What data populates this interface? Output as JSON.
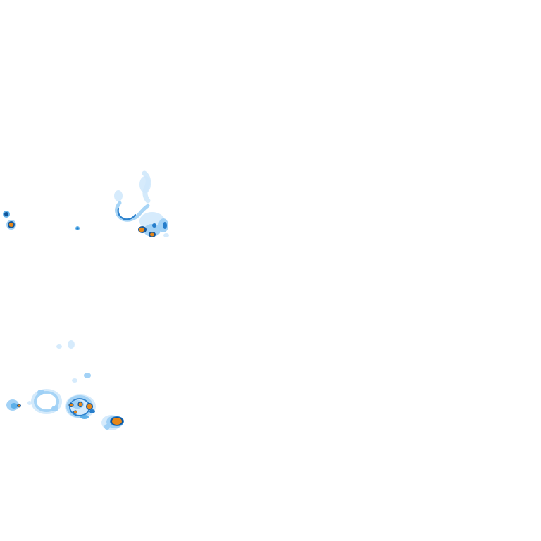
{
  "map": {
    "type": "precipitation-radar-overlay",
    "background_color": "#ffffff",
    "palette": {
      "very_light": "#cfe8fb",
      "light": "#9ed0f5",
      "medium": "#5aaee8",
      "heavy": "#1f78c8",
      "intense": "#0d4f94",
      "core": "#f28a12"
    },
    "cells": [
      {
        "name": "cell-northwest-edge",
        "intensity": "intense"
      },
      {
        "name": "cell-northwest-edge-core",
        "intensity": "core"
      },
      {
        "name": "cell-north-speck",
        "intensity": "heavy"
      },
      {
        "name": "cell-north-cluster",
        "intensity": "core"
      },
      {
        "name": "cell-southwest-edge",
        "intensity": "heavy"
      },
      {
        "name": "cell-south-ring",
        "intensity": "light"
      },
      {
        "name": "cell-south-cluster",
        "intensity": "core"
      },
      {
        "name": "cell-south-east",
        "intensity": "core"
      },
      {
        "name": "cell-south-scatter",
        "intensity": "very_light"
      }
    ]
  }
}
